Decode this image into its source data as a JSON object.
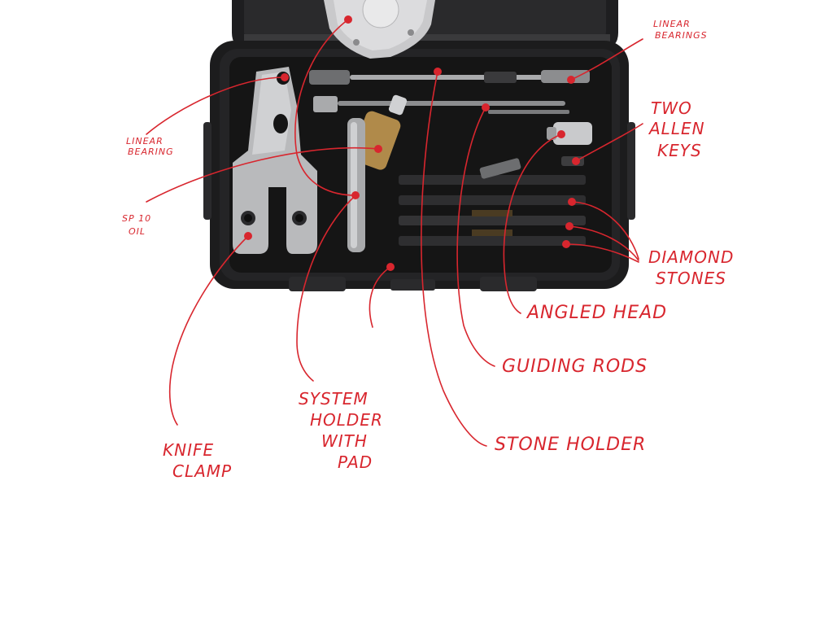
{
  "annotation_color": "#d8262e",
  "case_color": "#1c1c1d",
  "foam_color": "#151515",
  "labels": {
    "linear_bearings": [
      "LINEAR",
      "BEARINGS"
    ],
    "two_allen_keys": [
      "TWO",
      "ALLEN",
      "KEYS"
    ],
    "linear_bearing": [
      "LINEAR",
      "BEARING"
    ],
    "sp10_oil": [
      "SP 10",
      "OIL"
    ],
    "diamond_stones": [
      "DIAMOND",
      "STONES"
    ],
    "angled_head": "ANGLED HEAD",
    "guiding_rods": "GUIDING RODS",
    "stone_holder": "STONE HOLDER",
    "system_holder": [
      "SYSTEM",
      "HOLDER",
      "WITH",
      "PAD"
    ],
    "knife_clamp": [
      "KNIFE",
      "CLAMP"
    ]
  }
}
